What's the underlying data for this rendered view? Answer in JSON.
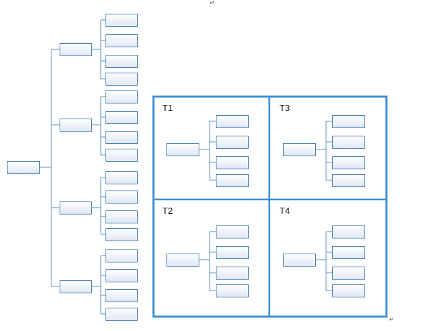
{
  "paragraph_mark": "↵",
  "colors": {
    "connector": "#5b8fc0",
    "box_stroke": "#4a7fb5",
    "box_fill_top": "#ffffff",
    "box_fill_bottom": "#dfe7f3",
    "frame": "#3f8fd2"
  },
  "quadrants": [
    {
      "label": "T1"
    },
    {
      "label": "T2"
    },
    {
      "label": "T3"
    },
    {
      "label": "T4"
    }
  ]
}
